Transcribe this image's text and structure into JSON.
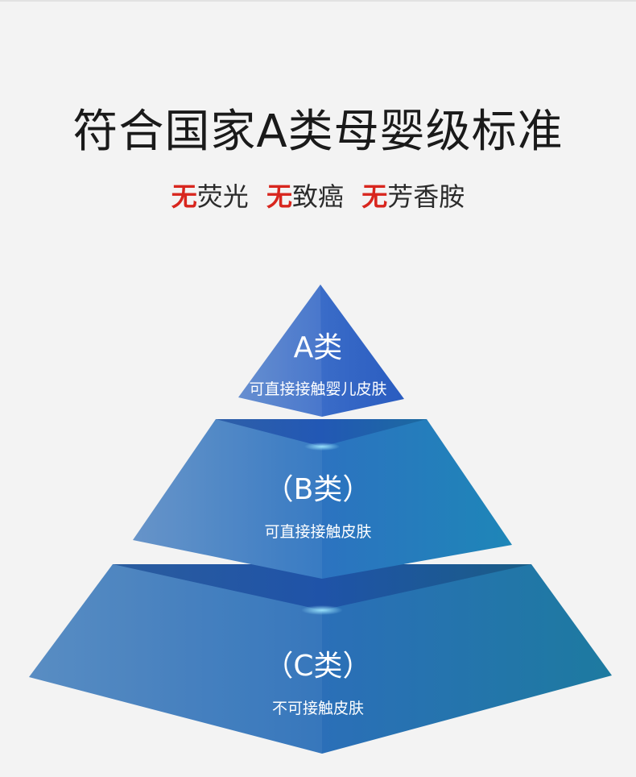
{
  "heading": {
    "title": "符合国家A类母婴级标准",
    "claims": [
      {
        "neg": "无",
        "rest": "荧光"
      },
      {
        "neg": "无",
        "rest": "致癌"
      },
      {
        "neg": "无",
        "rest": "芳香胺"
      }
    ]
  },
  "pyramid": {
    "levels": [
      {
        "name": "A类",
        "desc": "可直接接触婴儿皮肤"
      },
      {
        "name": "（B类）",
        "desc": "可直接接触皮肤"
      },
      {
        "name": "（C类）",
        "desc": "不可接触皮肤"
      }
    ]
  },
  "colors": {
    "background": "#f3f3f3",
    "accent_red": "#d8261e",
    "pyramid_blue": "#2a6bc0"
  }
}
